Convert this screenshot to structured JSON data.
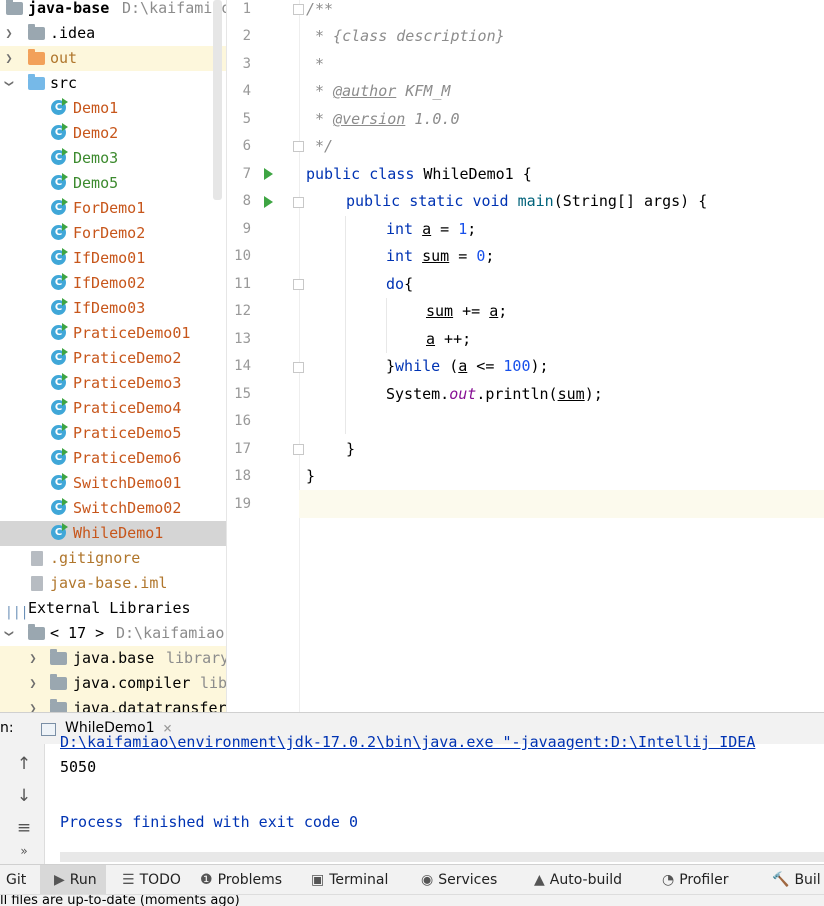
{
  "project": {
    "name": "java-base",
    "path": "D:\\kaifamiao",
    "items": [
      {
        "label": ".idea",
        "kind": "folder",
        "color": "#9aa7b0"
      },
      {
        "label": "out",
        "kind": "folder",
        "color": "#f2a15a"
      },
      {
        "label": "src",
        "kind": "folder",
        "color": "#76b9e8"
      }
    ],
    "classes": [
      "Demo1",
      "Demo2",
      "Demo3",
      "Demo5",
      "ForDemo1",
      "ForDemo2",
      "IfDemo01",
      "IfDemo02",
      "IfDemo03",
      "PraticeDemo01",
      "PraticeDemo2",
      "PraticeDemo3",
      "PraticeDemo4",
      "PraticeDemo5",
      "PraticeDemo6",
      "SwitchDemo01",
      "SwitchDemo02",
      "WhileDemo1"
    ],
    "files": [
      ".gitignore",
      "java-base.iml"
    ],
    "external": "External Libraries",
    "jdk_label": "< 17 >",
    "jdk_path": "D:\\kaifamiao",
    "libs": [
      {
        "name": "java.base",
        "hint": "library"
      },
      {
        "name": "java.compiler",
        "hint": "lib"
      },
      {
        "name": "java.datatransfer",
        "hint": ""
      }
    ],
    "colors": {
      "modified": "#c7561b",
      "added": "#3c8a2e",
      "ignored": "#b0762c"
    }
  },
  "editor": {
    "line_numbers": [
      "1",
      "2",
      "3",
      "4",
      "5",
      "6",
      "7",
      "8",
      "9",
      "10",
      "11",
      "12",
      "13",
      "14",
      "15",
      "16",
      "17",
      "18",
      "19"
    ],
    "doc": {
      "open": "/**",
      "desc": "* {class description}",
      "star": "*",
      "author_tag": "@author",
      "author": "KFM_M",
      "version_tag": "@version",
      "version": "1.0.0",
      "close": "*/"
    },
    "code": {
      "public": "public",
      "class": "class",
      "class_name": "WhileDemo1",
      "brace_open": " {",
      "static": "static",
      "void": "void",
      "main": "main",
      "main_args": "(String[] args) {",
      "int": "int",
      "a": "a",
      "sum": "sum",
      "eq": " = ",
      "one": "1",
      "zero": "0",
      "semi": ";",
      "do": "do",
      "lbrace": "{",
      "sum_plus": " += ",
      "a_inc": " ++;",
      "rbrace": "}",
      "while": "while",
      "while_open": " (",
      "le": " <= ",
      "hundred": "100",
      "while_close": ");",
      "system": "System.",
      "out": "out",
      "println": ".println(",
      "println_close": ");",
      "close_brace": "}"
    }
  },
  "run": {
    "label": "n:",
    "tab": "WhileDemo1",
    "close_glyph": "×",
    "cmd": "D:\\kaifamiao\\environment\\jdk-17.0.2\\bin\\java.exe \"-javaagent:D:\\Intellij IDEA",
    "output": "5050",
    "finish": "Process finished with exit code 0"
  },
  "bottom_tabs": [
    {
      "label": "Git",
      "icon": "git-icon",
      "glyph": ""
    },
    {
      "label": "Run",
      "icon": "run-icon",
      "glyph": "▶"
    },
    {
      "label": "TODO",
      "icon": "todo-icon",
      "glyph": "☰"
    },
    {
      "label": "Problems",
      "icon": "problems-icon",
      "glyph": "❶"
    },
    {
      "label": "Terminal",
      "icon": "terminal-icon",
      "glyph": "▣"
    },
    {
      "label": "Services",
      "icon": "services-icon",
      "glyph": "◉"
    },
    {
      "label": "Auto-build",
      "icon": "auto-build-icon",
      "glyph": "▲"
    },
    {
      "label": "Profiler",
      "icon": "profiler-icon",
      "glyph": "◔"
    },
    {
      "label": "Buil",
      "icon": "build-icon",
      "glyph": "🔨"
    }
  ],
  "status": "ll files are up-to-date (moments ago)"
}
